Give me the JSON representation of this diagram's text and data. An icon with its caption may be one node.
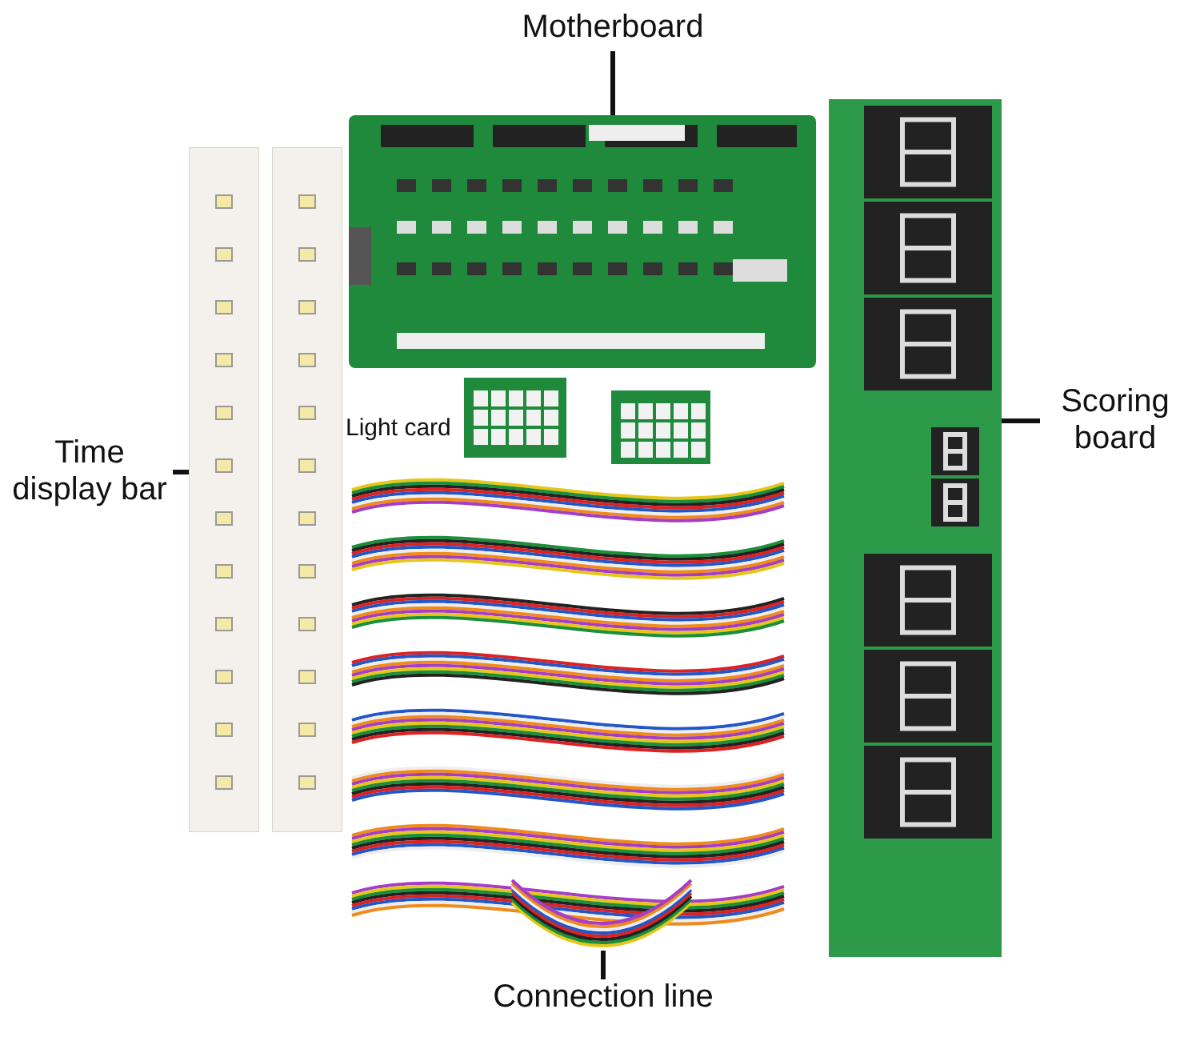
{
  "diagram": {
    "nodes": [
      {
        "text": [
          "Motherboard"
        ]
      },
      {
        "text": [],
        "shape": "picture"
      },
      {
        "text": [
          "Time display bar"
        ]
      },
      {
        "text": [],
        "shape": "picture"
      },
      {
        "text": [
          "Scoring board"
        ]
      },
      {
        "text": [],
        "shape": "picture"
      },
      {
        "text": [
          "Connection line"
        ]
      },
      {
        "text": [],
        "shape": "picture"
      }
    ],
    "edges": [
      {
        "from": 0,
        "to": 1,
        "arrow": "none"
      },
      {
        "from": 2,
        "to": 3,
        "arrow": "none"
      },
      {
        "from": 4,
        "to": 5,
        "arrow": "none"
      },
      {
        "from": 6,
        "to": 7,
        "arrow": "none"
      }
    ],
    "labels": [
      "Light card"
    ]
  }
}
